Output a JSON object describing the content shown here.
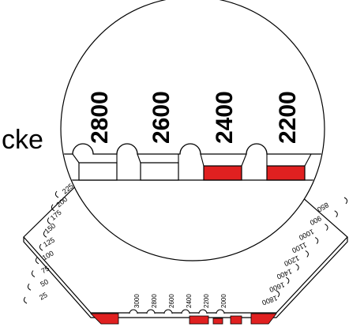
{
  "caption_fragment": "cke",
  "zoom_labels": [
    {
      "text": "2800",
      "highlighted": false
    },
    {
      "text": "2600",
      "highlighted": false
    },
    {
      "text": "2400",
      "highlighted": true
    },
    {
      "text": "2200",
      "highlighted": true
    }
  ],
  "left_side_labels": [
    "25",
    "50",
    "75",
    "100",
    "125",
    "150",
    "175",
    "200",
    "225"
  ],
  "right_side_labels": [
    "850",
    "900",
    "1000",
    "1100",
    "1200",
    "1400",
    "1600",
    "1800"
  ],
  "bottom_labels": [
    "3000",
    "2800",
    "2600",
    "2400",
    "2200",
    "2000"
  ],
  "colors": {
    "highlight": "#e02020",
    "stroke": "#000000",
    "background": "#ffffff"
  }
}
